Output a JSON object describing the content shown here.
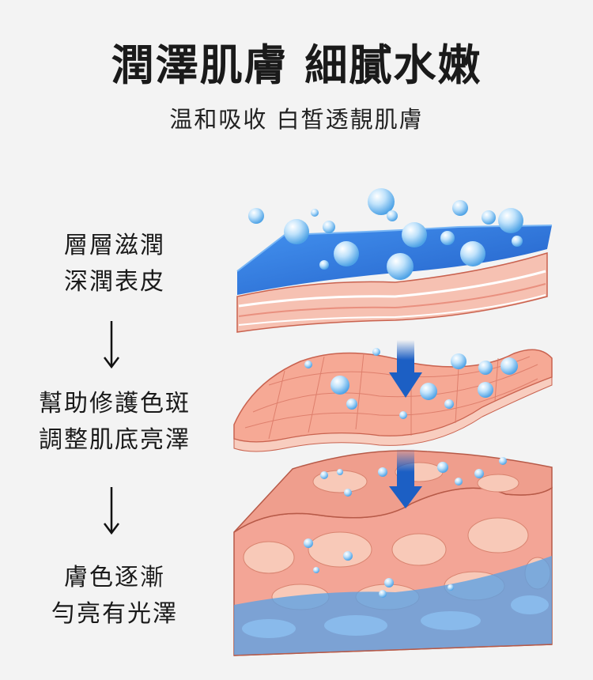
{
  "header": {
    "title": "潤澤肌膚 細膩水嫩",
    "subtitle": "温和吸收 白皙透靚肌膚"
  },
  "steps": [
    {
      "line1": "層層滋潤",
      "line2": "深潤表皮"
    },
    {
      "line1": "幫助修護色斑",
      "line2": "調整肌底亮澤"
    },
    {
      "line1": "膚色逐漸",
      "line2": "勻亮有光澤"
    }
  ],
  "colors": {
    "water_blue": "#1f6fd8",
    "skin_pink": "#f3a596",
    "skin_light": "#f8cdbf",
    "arrow_blue": "#1c5fc4"
  }
}
